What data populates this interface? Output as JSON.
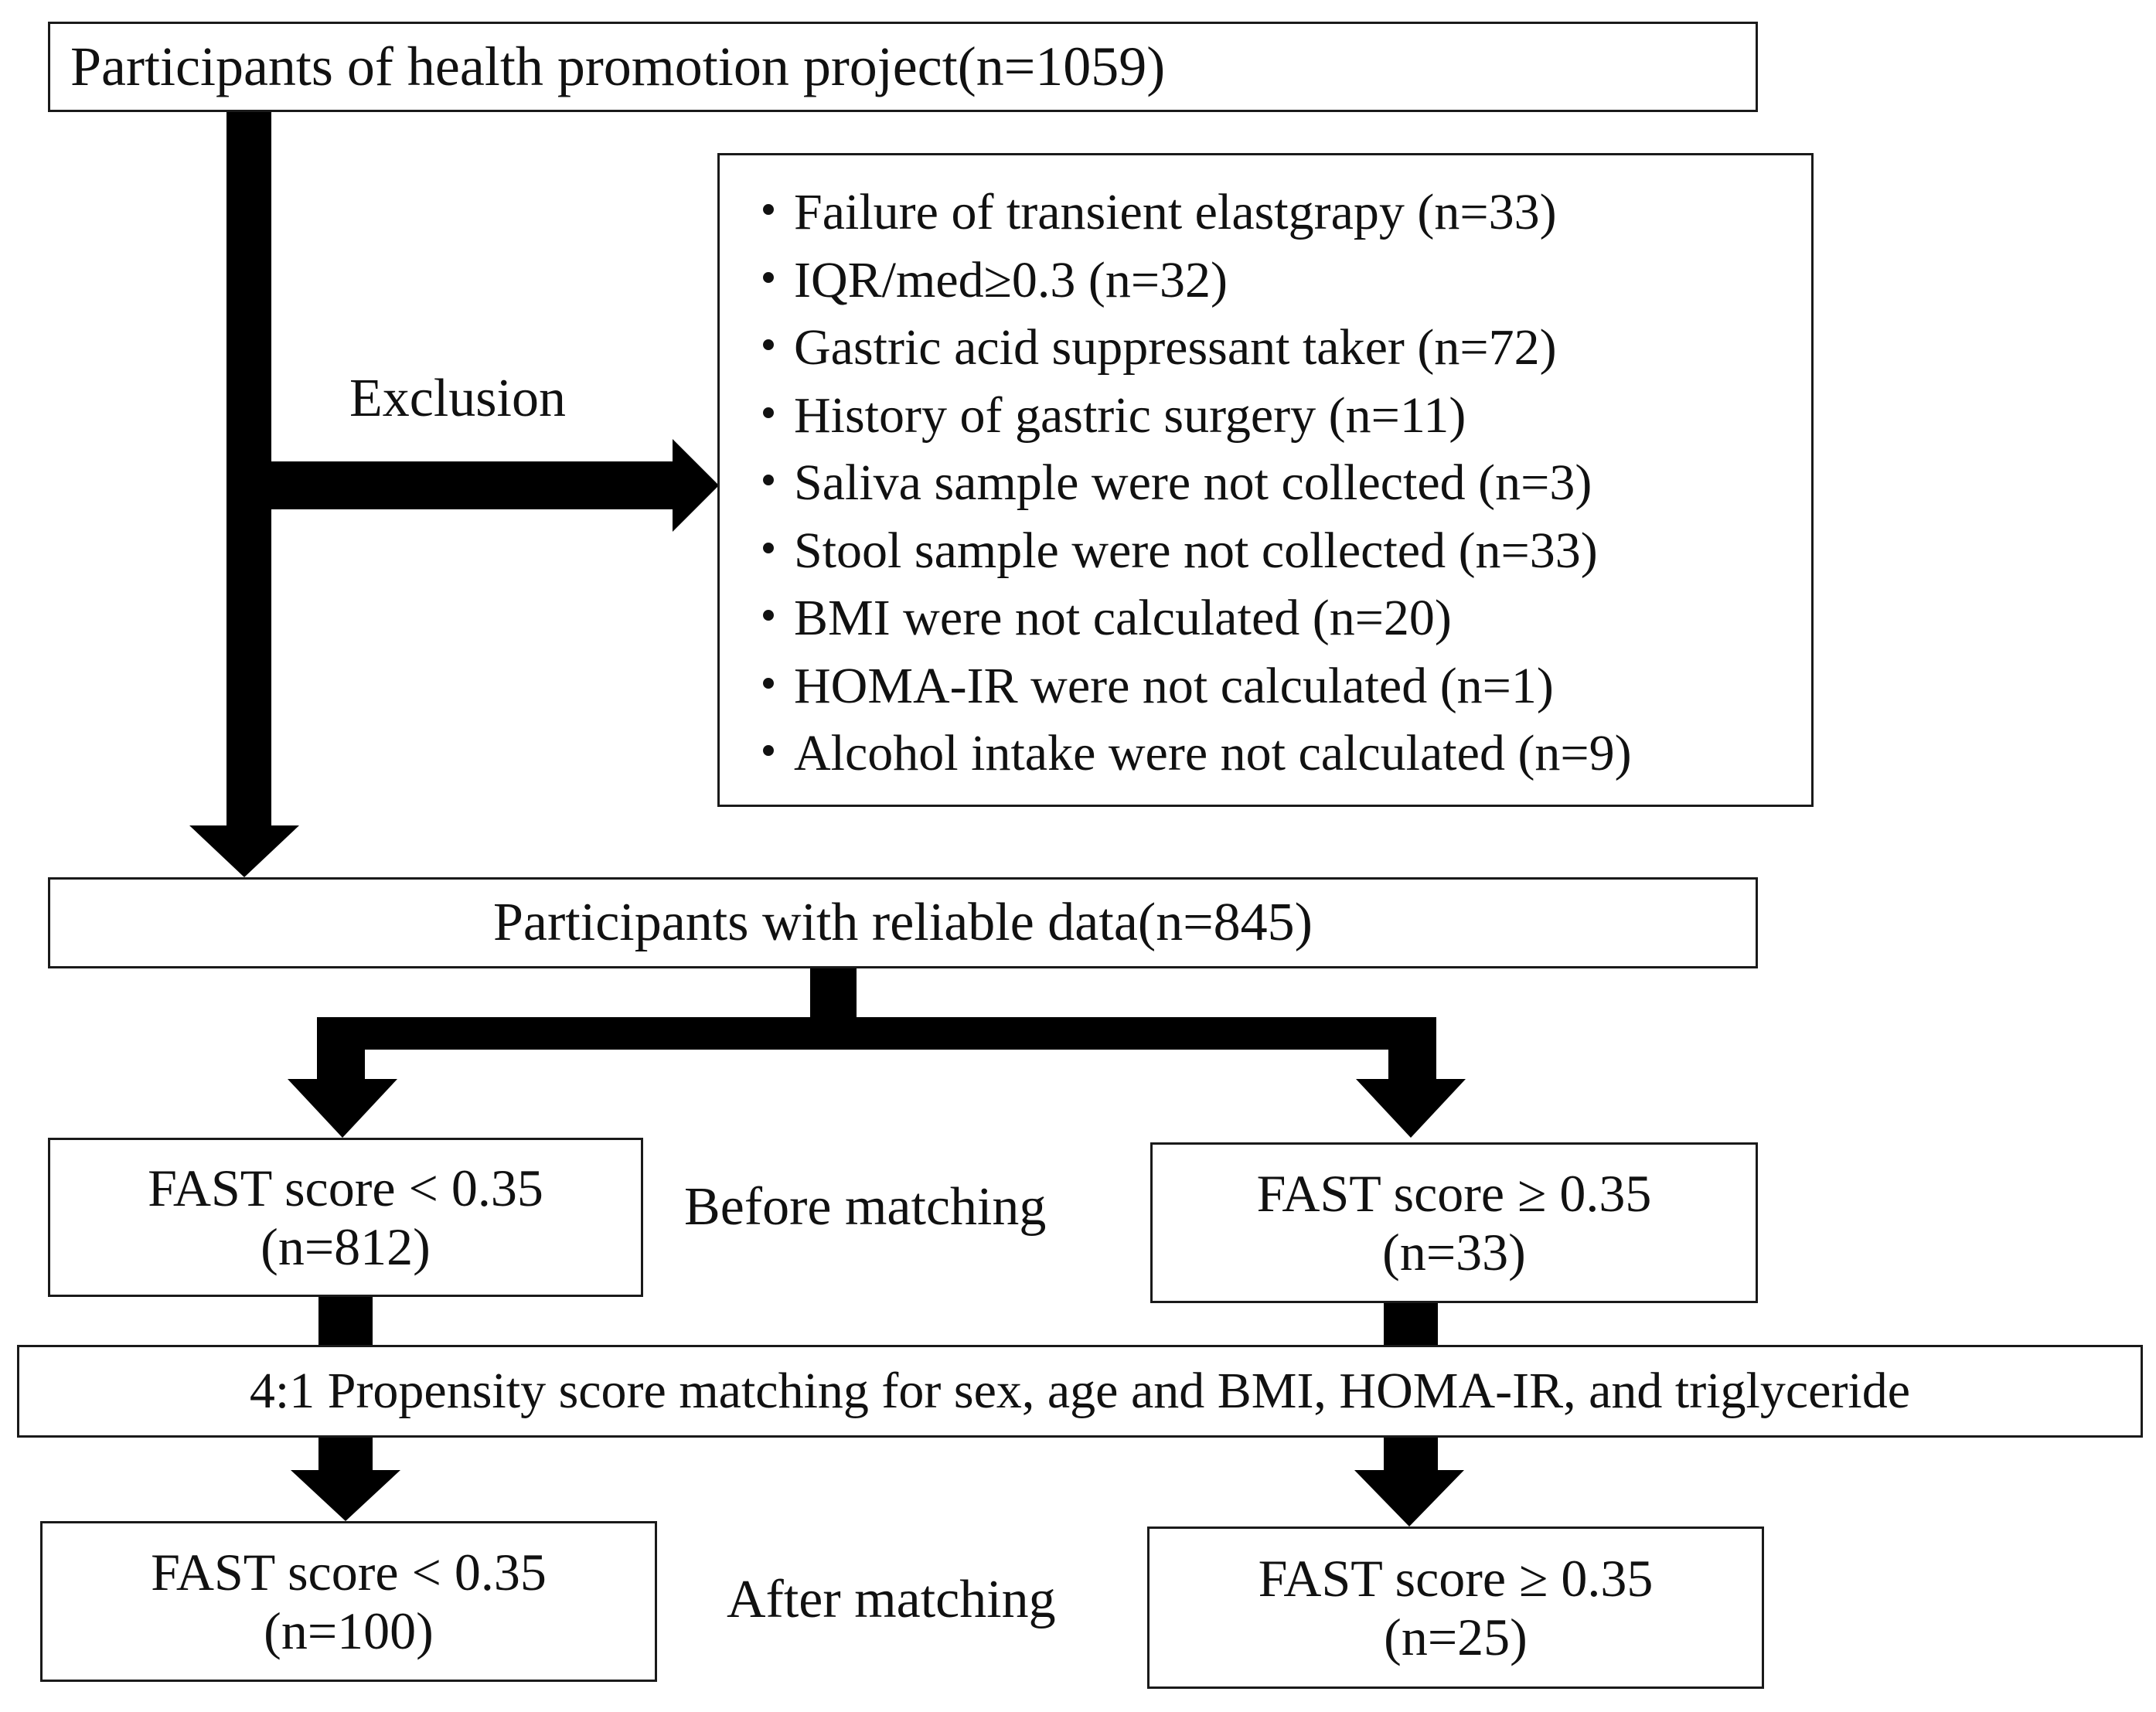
{
  "boxes": {
    "top": "Participants of health promotion project(n=1059)",
    "reliable": "Participants with reliable data(n=845)",
    "before_low": {
      "line1": "FAST score < 0.35",
      "line2": "(n=812)"
    },
    "before_high": {
      "line1": "FAST score ≥ 0.35",
      "line2": "(n=33)"
    },
    "matching": "4:1 Propensity score matching for sex, age and BMI, HOMA-IR, and triglyceride",
    "after_low": {
      "line1": "FAST score < 0.35",
      "line2": "(n=100)"
    },
    "after_high": {
      "line1": "FAST score ≥ 0.35",
      "line2": "(n=25)"
    }
  },
  "labels": {
    "exclusion": "Exclusion",
    "before_matching": "Before matching",
    "after_matching": "After matching"
  },
  "exclusions": [
    "・Failure of transient elastgrapy (n=33)",
    "・IQR/med≥0.3 (n=32)",
    "・Gastric acid suppressant taker (n=72)",
    "・History of gastric surgery (n=11)",
    "・Saliva sample were not collected (n=3)",
    "・Stool sample were not collected (n=33)",
    "・BMI were not calculated (n=20)",
    "・HOMA-IR were not calculated (n=1)",
    "・Alcohol intake were not calculated (n=9)"
  ],
  "colors": {
    "arrow": "#000000",
    "border": "#1a1a1a",
    "text": "#111111",
    "background": "#ffffff"
  }
}
